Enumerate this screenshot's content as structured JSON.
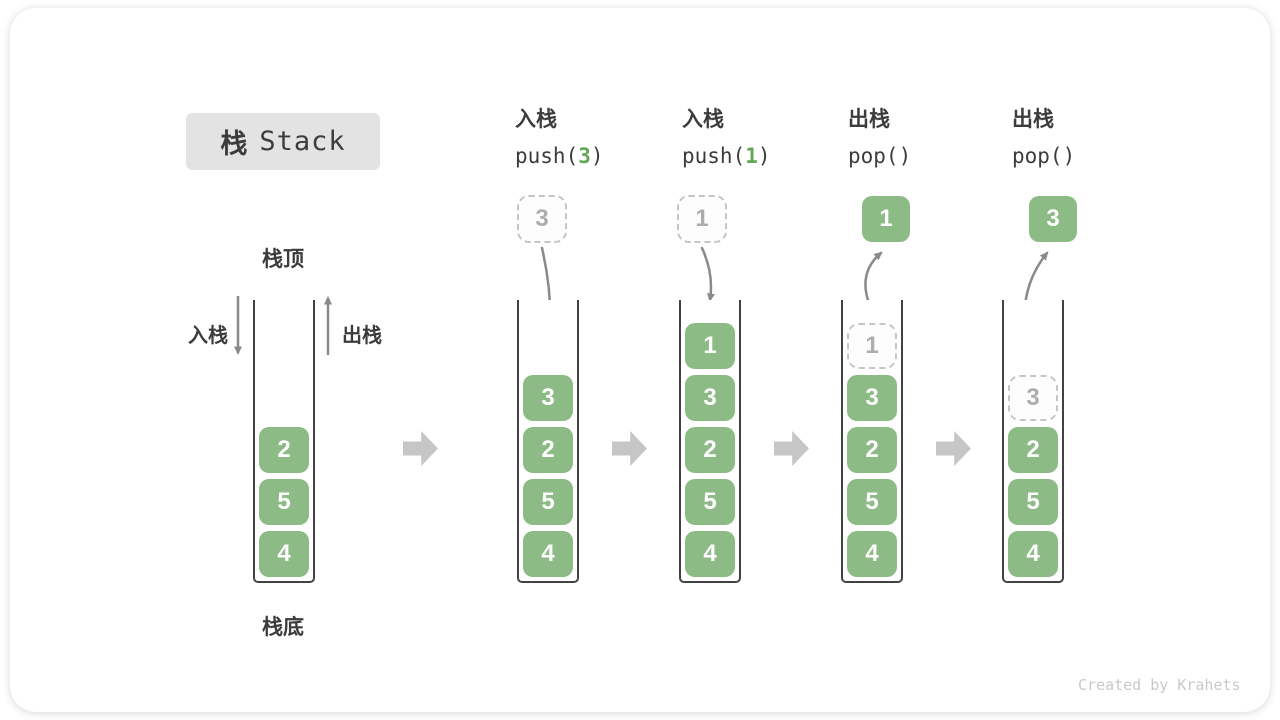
{
  "title": {
    "zh": "栈",
    "en": "Stack"
  },
  "labels": {
    "stack_top": "栈顶",
    "stack_bottom": "栈底",
    "push": "入栈",
    "pop": "出栈"
  },
  "operations": [
    {
      "label": "入栈",
      "pre": "push(",
      "arg": "3",
      "post": ")"
    },
    {
      "label": "入栈",
      "pre": "push(",
      "arg": "1",
      "post": ")"
    },
    {
      "label": "出栈",
      "pre": "pop(",
      "arg": "",
      "post": ")"
    },
    {
      "label": "出栈",
      "pre": "pop(",
      "arg": "",
      "post": ")"
    }
  ],
  "stacks": [
    {
      "cells": [
        "2",
        "5",
        "4"
      ]
    },
    {
      "incoming": "3",
      "cells": [
        "3",
        "2",
        "5",
        "4"
      ]
    },
    {
      "incoming": "1",
      "cells": [
        "1",
        "3",
        "2",
        "5",
        "4"
      ]
    },
    {
      "outgoing": "1",
      "cells": [
        {
          "ghost": "1"
        },
        "3",
        "2",
        "5",
        "4"
      ]
    },
    {
      "outgoing": "3",
      "cells": [
        {
          "ghost": "3"
        },
        "2",
        "5",
        "4"
      ]
    }
  ],
  "watermark": "Created by Krahets",
  "colors": {
    "cell_green": "#8DBB85",
    "code_arg_green": "#63A657",
    "ghost_border": "#C5C5C5",
    "ghost_text": "#ADADAD",
    "curve_arrow": "#8A8A8A",
    "flow_arrow": "#C6C6C6",
    "text_dark": "#3C3C3C",
    "title_box_bg": "#E3E3E3",
    "container_border": "#424242",
    "watermark_gray": "#C9C9C9"
  }
}
